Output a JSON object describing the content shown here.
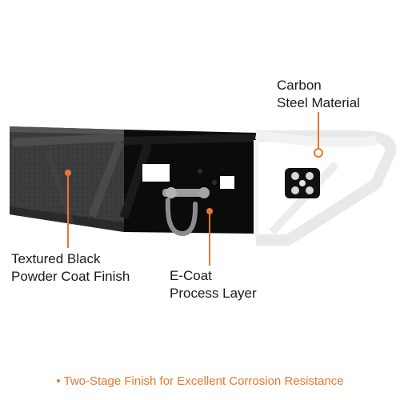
{
  "colors": {
    "accent": "#e8772e",
    "textured_finish": "#3a3a3c",
    "ecoat": "#0b0b0b",
    "raw_steel": "#f1f1f1",
    "text": "#1a1a1a"
  },
  "callouts": {
    "material": {
      "line1": "Carbon",
      "line2": "Steel Material"
    },
    "textured": {
      "line1": "Textured Black",
      "line2": "Powder Coat Finish"
    },
    "ecoat": {
      "line1": "E-Coat",
      "line2": "Process Layer"
    }
  },
  "footer": {
    "caption": "• Two-Stage Finish for Excellent Corrosion Resistance"
  },
  "icons": {
    "shackle": "d-ring-shackle-icon",
    "light": "led-cube-light-icon"
  }
}
